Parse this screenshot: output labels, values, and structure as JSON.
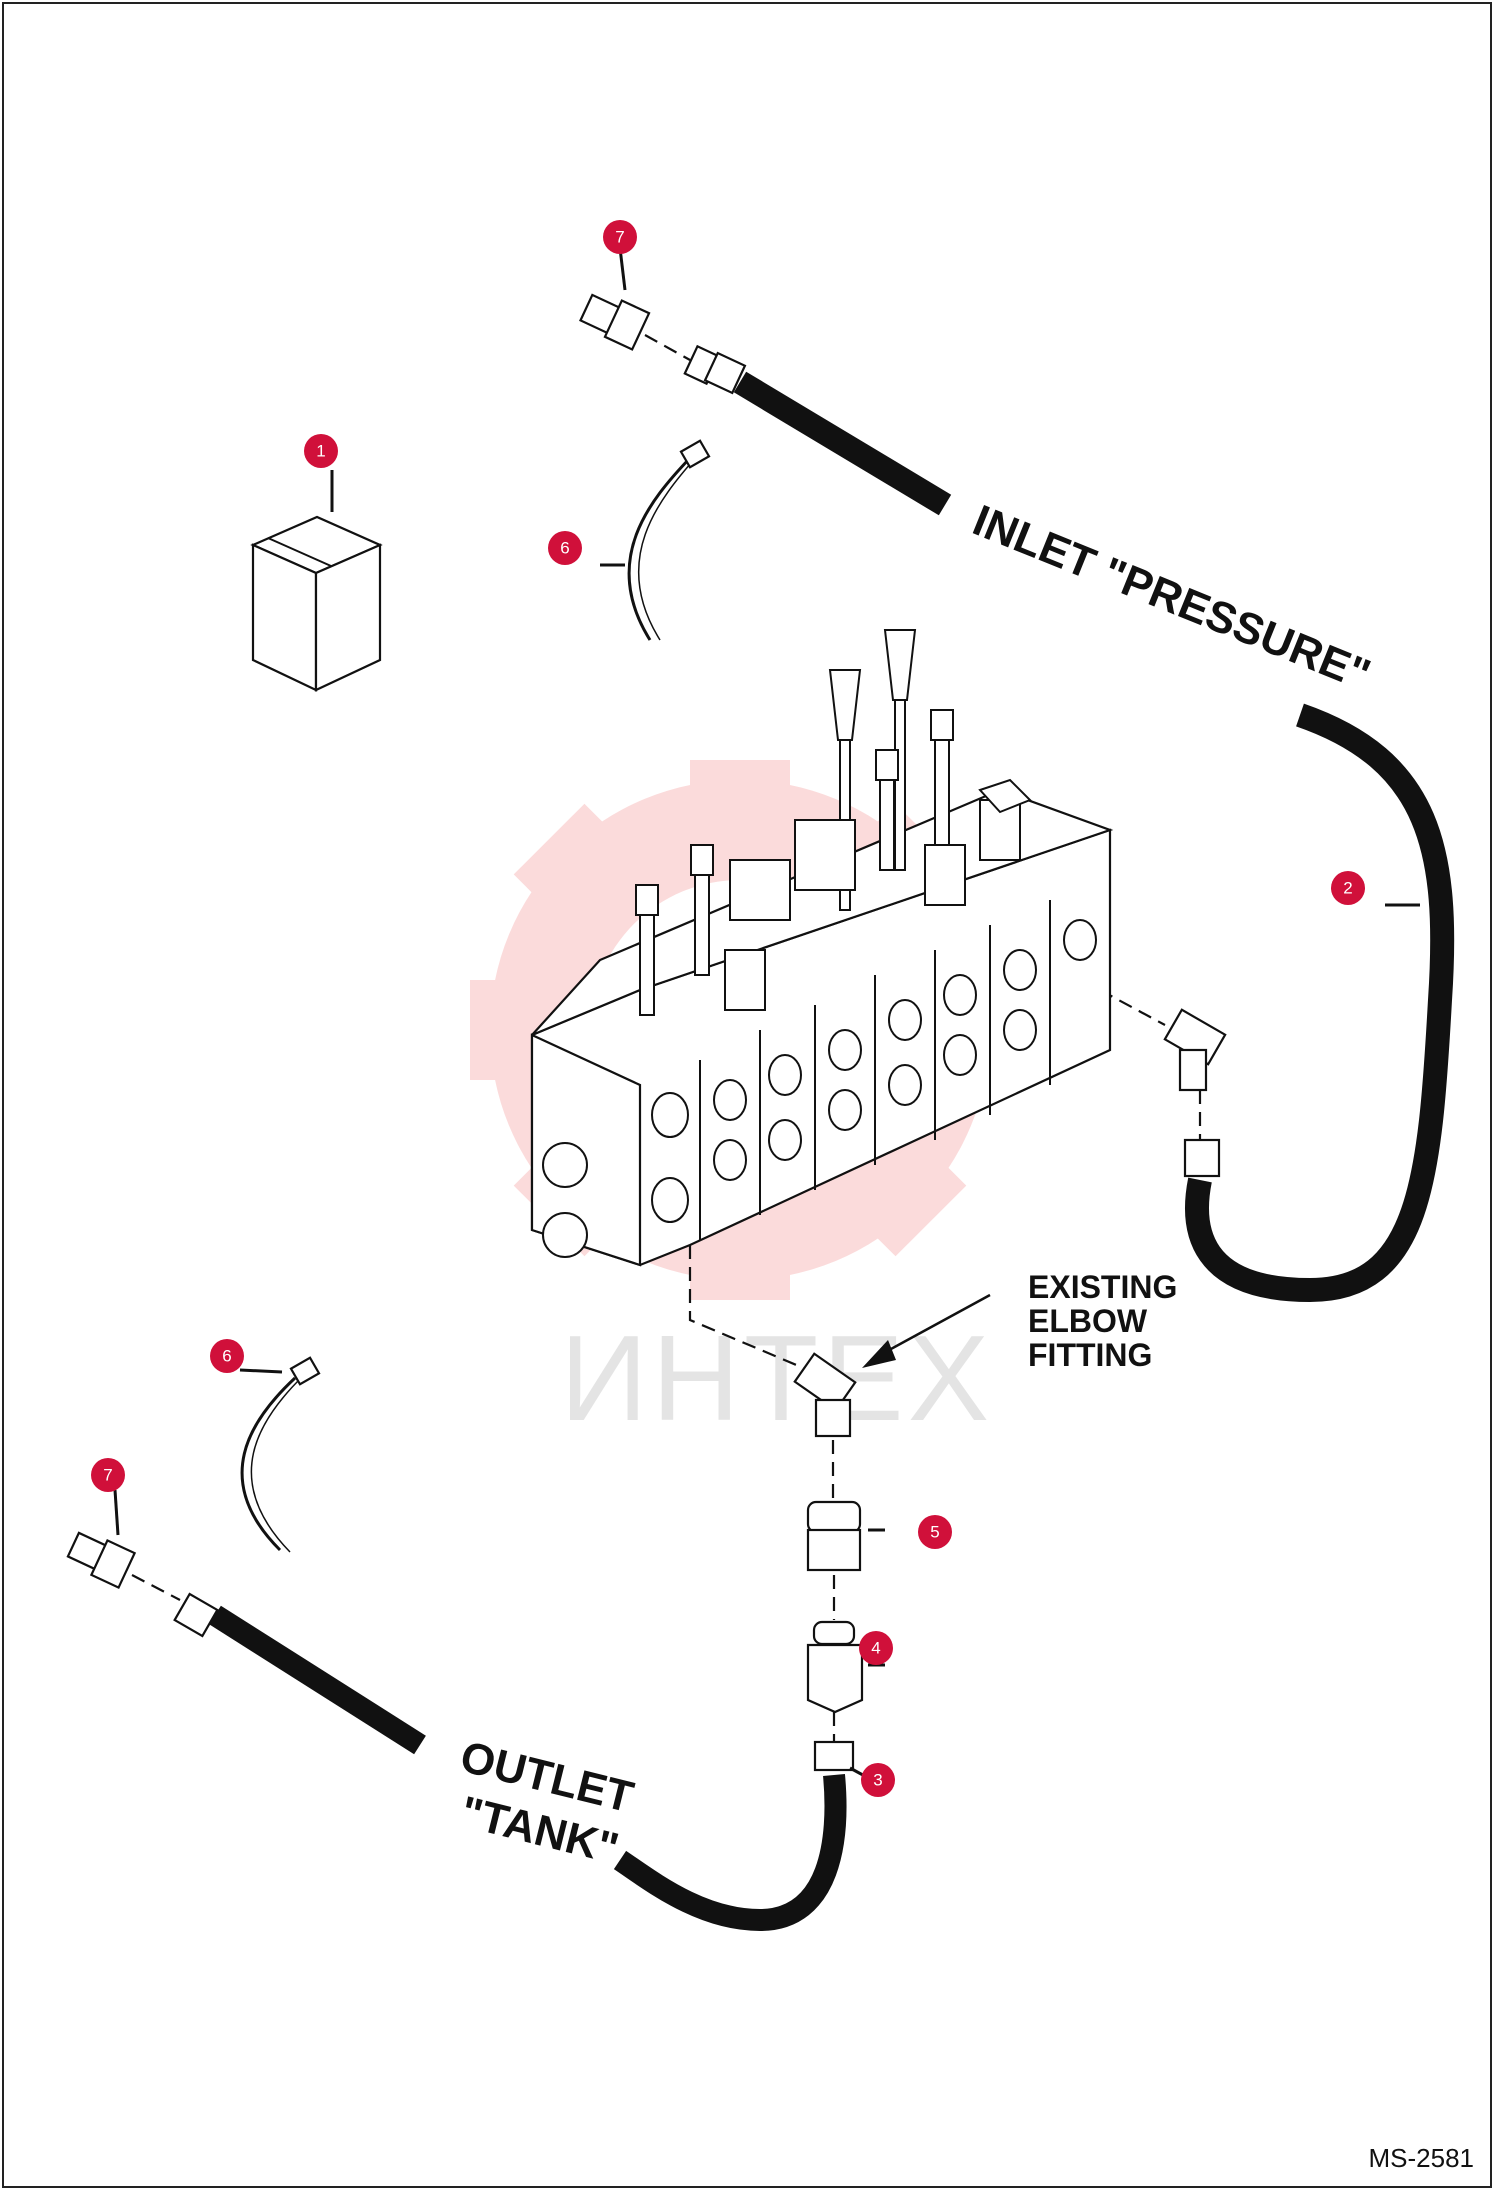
{
  "figure_id": "MS-2581",
  "watermark": "ИНТЕХ",
  "hose_labels": {
    "inlet": "INLET \"PRESSURE\"",
    "outlet_line1": "OUTLET",
    "outlet_line2": "\"TANK\""
  },
  "existing_fitting_label": [
    "EXISTING",
    "ELBOW",
    "FITTING"
  ],
  "callouts": [
    {
      "id": "callout-1",
      "number": "1"
    },
    {
      "id": "callout-2",
      "number": "2"
    },
    {
      "id": "callout-3",
      "number": "3"
    },
    {
      "id": "callout-4",
      "number": "4"
    },
    {
      "id": "callout-5",
      "number": "5"
    },
    {
      "id": "callout-6a",
      "number": "6"
    },
    {
      "id": "callout-6b",
      "number": "6"
    },
    {
      "id": "callout-7a",
      "number": "7"
    },
    {
      "id": "callout-7b",
      "number": "7"
    }
  ],
  "colors": {
    "badge": "#d0103a",
    "line": "#111111",
    "watermark": "#f5b5b5"
  }
}
